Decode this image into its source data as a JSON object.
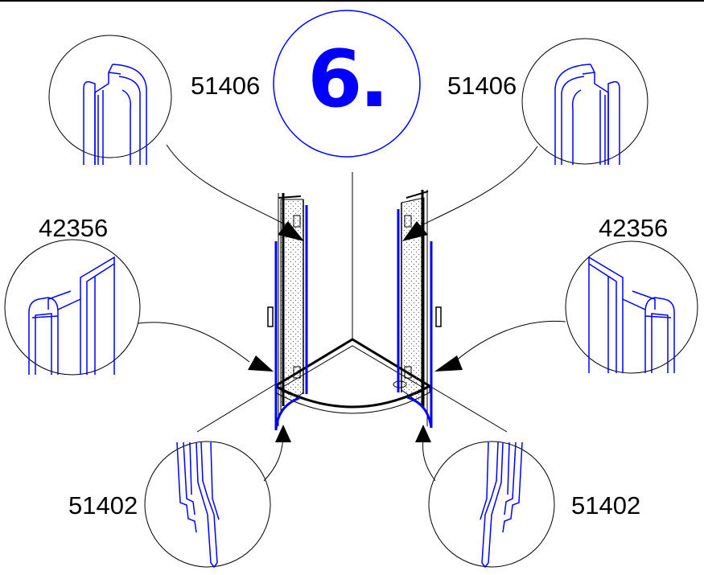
{
  "step": {
    "number_text": "6.",
    "accent_color": "#0000ff"
  },
  "labels": {
    "top_left": "51406",
    "top_right": "51406",
    "middle_left": "42356",
    "middle_right": "42356",
    "bottom_left": "51402",
    "bottom_right": "51402"
  },
  "colors": {
    "line": "#000000",
    "seal": "#0000ff",
    "background": "#ffffff"
  }
}
